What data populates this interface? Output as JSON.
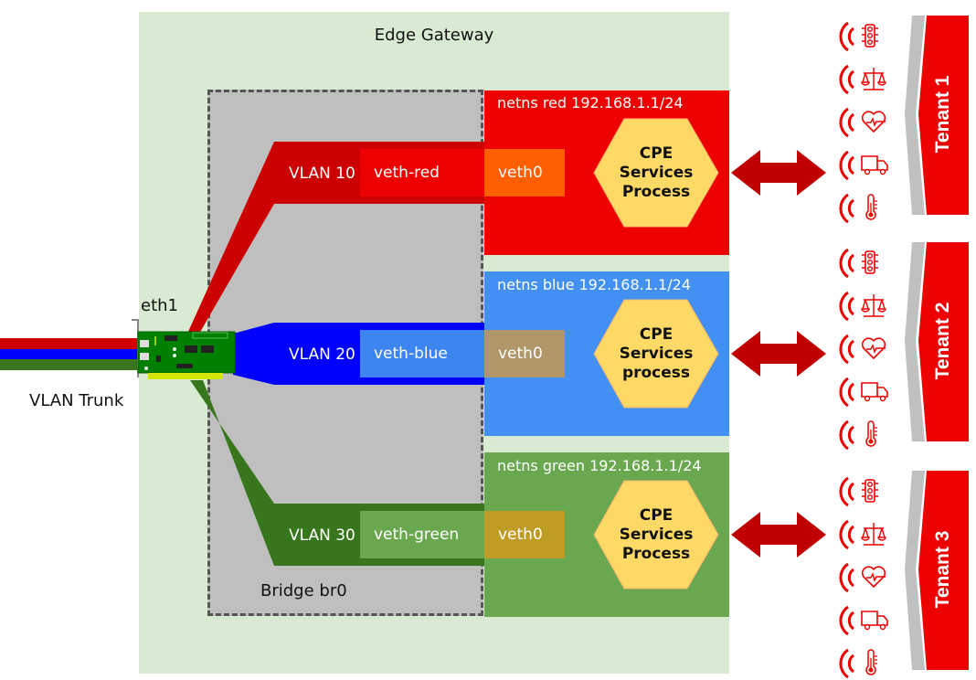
{
  "gateway": {
    "title": "Edge Gateway",
    "bg_color": "#d9ead3"
  },
  "bridge": {
    "label": "Bridge br0",
    "bg_color": "#bfbfbf"
  },
  "nic": {
    "label": "eth1",
    "trunk_label": "VLAN Trunk"
  },
  "vlans": [
    {
      "vlan_label": "VLAN 10",
      "veth_label": "veth-red",
      "color": "#cc0000",
      "veth_color": "#ee0000"
    },
    {
      "vlan_label": "VLAN 20",
      "veth_label": "veth-blue",
      "color": "#0000ff",
      "veth_color": "#3d85f0"
    },
    {
      "vlan_label": "VLAN 30",
      "veth_label": "veth-green",
      "color": "#38761d",
      "veth_color": "#6aa84f"
    }
  ],
  "namespaces": [
    {
      "label": "netns red 192.168.1.1/24",
      "bg_color": "#ee0000",
      "veth0_label": "veth0",
      "veth0_color": "#ff5f00",
      "process_lines": [
        "CPE",
        "Services",
        "Process"
      ]
    },
    {
      "label": "netns blue 192.168.1.1/24",
      "bg_color": "#4290f3",
      "veth0_label": "veth0",
      "veth0_color": "#b09669",
      "process_lines": [
        "CPE",
        "Services",
        "process"
      ]
    },
    {
      "label": "netns green 192.168.1.1/24",
      "bg_color": "#6aa84f",
      "veth0_label": "veth0",
      "veth0_color": "#bf9c25",
      "process_lines": [
        "CPE",
        "Services",
        "Process"
      ]
    }
  ],
  "tenants": [
    {
      "label": "Tenant 1",
      "devices": [
        "traffic-light",
        "scales",
        "heart-rate",
        "truck",
        "thermometer"
      ]
    },
    {
      "label": "Tenant 2",
      "devices": [
        "traffic-light",
        "scales",
        "heart-rate",
        "truck",
        "thermometer"
      ]
    },
    {
      "label": "Tenant 3",
      "devices": [
        "traffic-light",
        "scales",
        "heart-rate",
        "truck",
        "thermometer"
      ]
    }
  ],
  "colors": {
    "accent_red": "#ee0000",
    "arrow_red": "#c00000",
    "hexagon_fill": "#ffd966"
  }
}
